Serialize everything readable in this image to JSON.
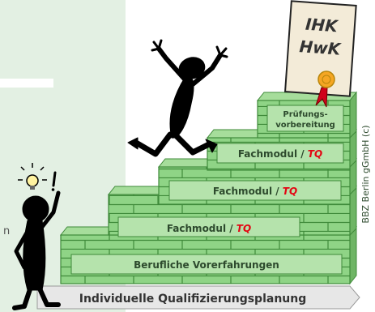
{
  "certificate": {
    "line1": "IHK",
    "line2": "HwK"
  },
  "steps": [
    {
      "label": "Berufliche Vorerfahrungen",
      "tq": ""
    },
    {
      "label": "Fachmodul / ",
      "tq": "TQ"
    },
    {
      "label": "Fachmodul / ",
      "tq": "TQ"
    },
    {
      "label": "Fachmodul / ",
      "tq": "TQ"
    },
    {
      "label_line1": "Prüfungs-",
      "label_line2": "vorbereitung"
    }
  ],
  "arrow_label": "Individuelle Qualifizierungsplanung",
  "copyright": "BBZ Berlin gGmbH (c)",
  "left_panel_fragment": "n",
  "colors": {
    "panel_bg": "#e3f0e3",
    "brick_face": "#8fd486",
    "brick_top": "#a6dd9b",
    "brick_side": "#6fb565",
    "brick_line": "#3f8a3a",
    "label_box": "#b5e3ac",
    "label_text": "#2d4a2d",
    "tq": "#e30613",
    "certificate": "#f3ebd8",
    "seal": "#f5a623",
    "ribbon": "#d0021b",
    "figure": "#000000",
    "arrow": "#e7e7e7"
  },
  "icons": [
    "lightbulb-icon",
    "exclamation-icon",
    "certificate-icon",
    "seal-icon"
  ]
}
